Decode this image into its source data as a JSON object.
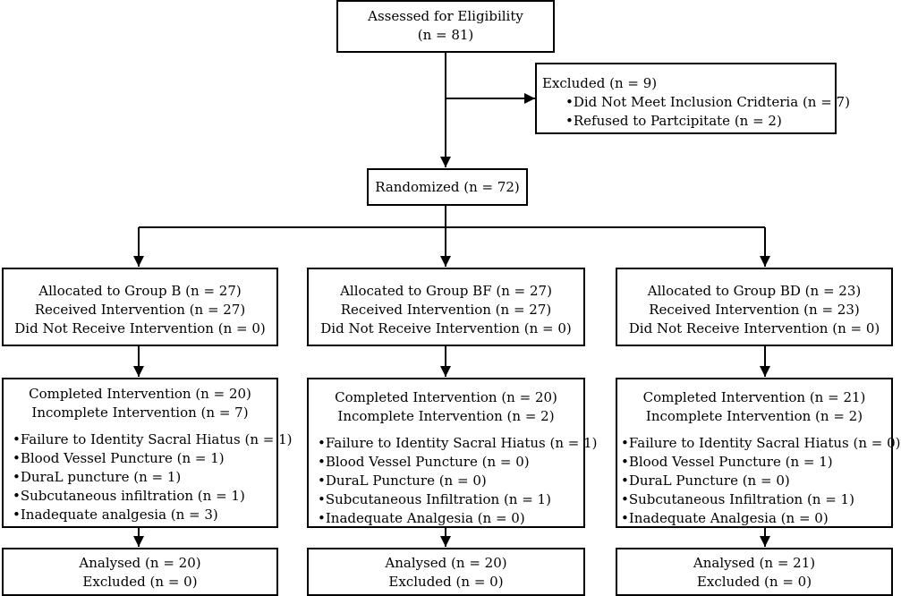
{
  "assessed": {
    "title": "Assessed for Eligibility",
    "count": "(n = 81)"
  },
  "excluded": {
    "title": "Excluded (n = 9)",
    "items": [
      "Did Not Meet Inclusion Cridteria (n = 7)",
      "Refused to Partcipitate (n = 2)"
    ]
  },
  "randomized": {
    "label": "Randomized (n = 72)"
  },
  "groups": [
    {
      "allocation": [
        "Allocated to Group B (n = 27)",
        "Received Intervention (n = 27)",
        "Did Not Receive Intervention (n = 0)"
      ],
      "completed": "Completed Intervention (n = 20)",
      "incomplete": "Incomplete Intervention (n = 7)",
      "reasons": [
        "Failure to Identity Sacral Hiatus (n = 1)",
        "Blood Vessel Puncture (n = 1)",
        "DuraL puncture (n = 1)",
        "Subcutaneous infiltration (n = 1)",
        "Inadequate analgesia (n = 3)"
      ],
      "analysed": "Analysed (n = 20)",
      "excluded": "Excluded (n = 0)"
    },
    {
      "allocation": [
        "Allocated to Group BF (n = 27)",
        "Received Intervention (n = 27)",
        "Did Not Receive Intervention (n = 0)"
      ],
      "completed": "Completed Intervention (n = 20)",
      "incomplete": "Incomplete Intervention (n = 2)",
      "reasons": [
        "Failure to Identity Sacral Hiatus (n = 1)",
        "Blood Vessel Puncture (n = 0)",
        "DuraL Puncture (n = 0)",
        "Subcutaneous Infiltration (n = 1)",
        "Inadequate Analgesia (n = 0)"
      ],
      "analysed": "Analysed (n = 20)",
      "excluded": "Excluded (n = 0)"
    },
    {
      "allocation": [
        "Allocated to Group BD (n = 23)",
        "Received Intervention (n = 23)",
        "Did Not Receive Intervention (n = 0)"
      ],
      "completed": "Completed Intervention (n = 21)",
      "incomplete": "Incomplete Intervention (n = 2)",
      "reasons": [
        "Failure to Identity Sacral Hiatus (n = 0)",
        "Blood Vessel Puncture (n = 1)",
        "DuraL Puncture (n = 0)",
        "Subcutaneous Infiltration (n = 1)",
        "Inadequate Analgesia (n = 0)"
      ],
      "analysed": "Analysed (n = 21)",
      "excluded": "Excluded (n = 0)"
    }
  ]
}
